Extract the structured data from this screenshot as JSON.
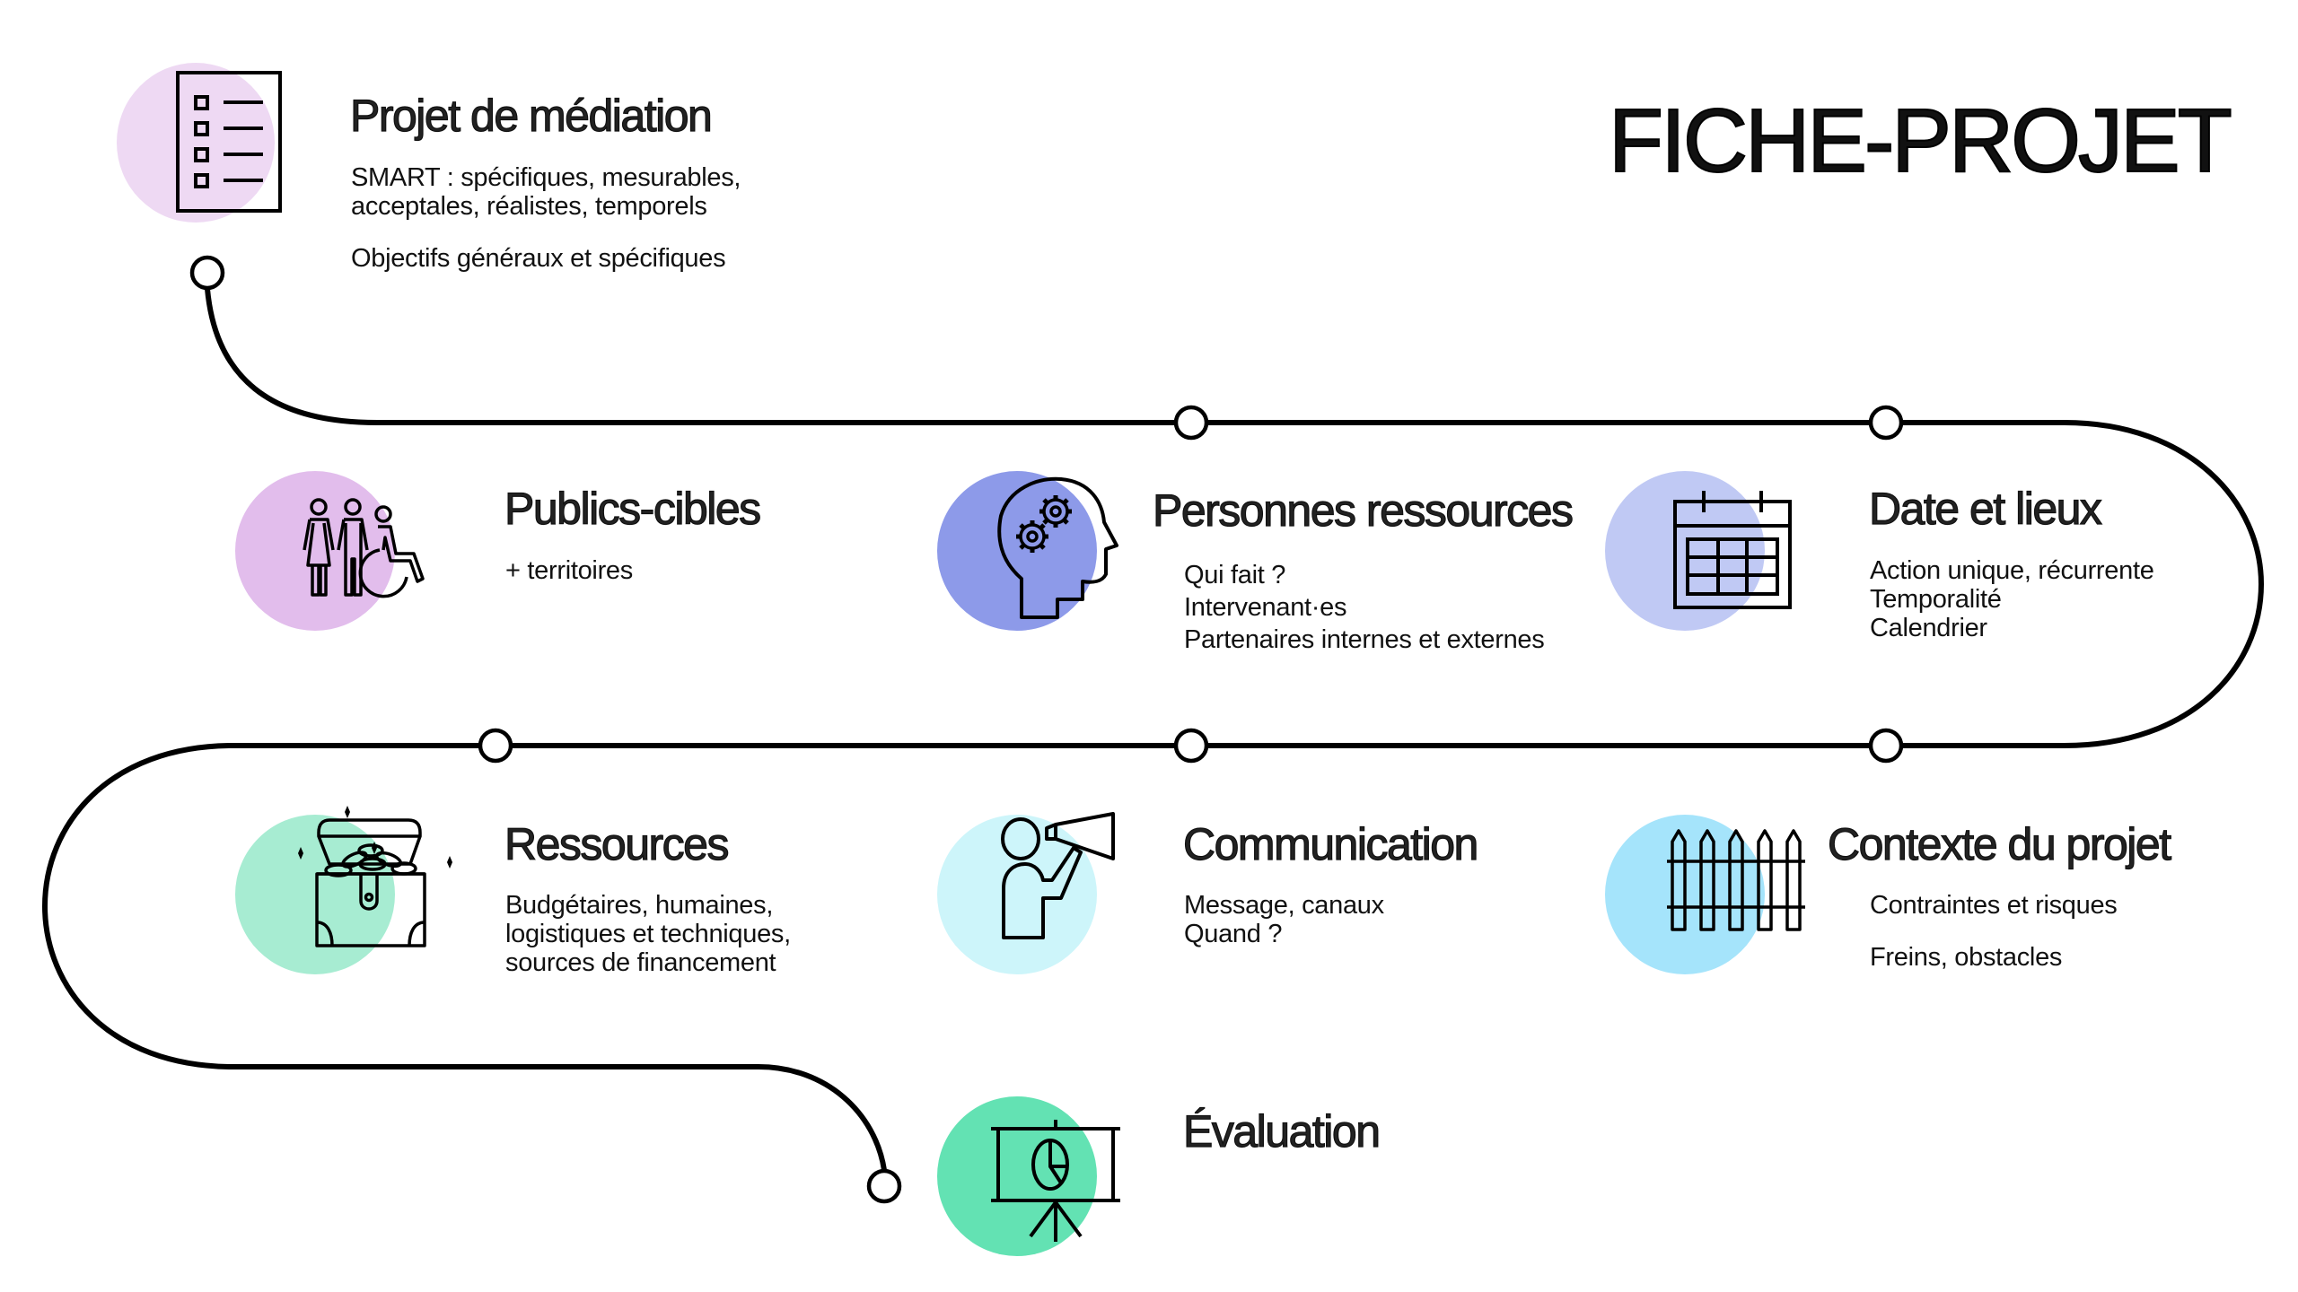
{
  "title": "FICHE-PROJET",
  "colors": {
    "line": "#000000",
    "projet": "#eed9f3",
    "publics": "#e2bdec",
    "personnes": "#8d9ae9",
    "date": "#c0c9f4",
    "ressources": "#a7ecd2",
    "communication": "#cdf5fa",
    "contexte": "#a5e4fb",
    "evaluation": "#63e2b3"
  },
  "steps": [
    {
      "id": "projet",
      "icon": "checklist-icon",
      "title": "Projet de médiation",
      "lines": [
        "SMART : spécifiques, mesurables,",
        "acceptales, réalistes, temporels",
        "",
        "Objectifs généraux et spécifiques"
      ]
    },
    {
      "id": "publics",
      "icon": "people-accessibility-icon",
      "title": "Publics-cibles",
      "lines": [
        "+ territoires"
      ]
    },
    {
      "id": "personnes",
      "icon": "head-gears-icon",
      "title": "Personnes ressources",
      "lines": [
        "Qui fait ?",
        "Intervenant·es",
        "Partenaires internes et externes"
      ]
    },
    {
      "id": "date",
      "icon": "calendar-icon",
      "title": "Date et lieux",
      "lines": [
        "Action unique, récurrente",
        "Temporalité",
        "Calendrier"
      ]
    },
    {
      "id": "ressources",
      "icon": "treasure-chest-icon",
      "title": "Ressources",
      "lines": [
        "Budgétaires, humaines,",
        "logistiques et techniques,",
        "sources de financement"
      ]
    },
    {
      "id": "communication",
      "icon": "megaphone-person-icon",
      "title": "Communication",
      "lines": [
        "Message, canaux",
        "Quand ?"
      ]
    },
    {
      "id": "contexte",
      "icon": "fence-icon",
      "title": "Contexte du projet",
      "lines": [
        "Contraintes et risques",
        "",
        "Freins, obstacles"
      ]
    },
    {
      "id": "evaluation",
      "icon": "presentation-chart-icon",
      "title": "Évaluation",
      "lines": []
    }
  ]
}
